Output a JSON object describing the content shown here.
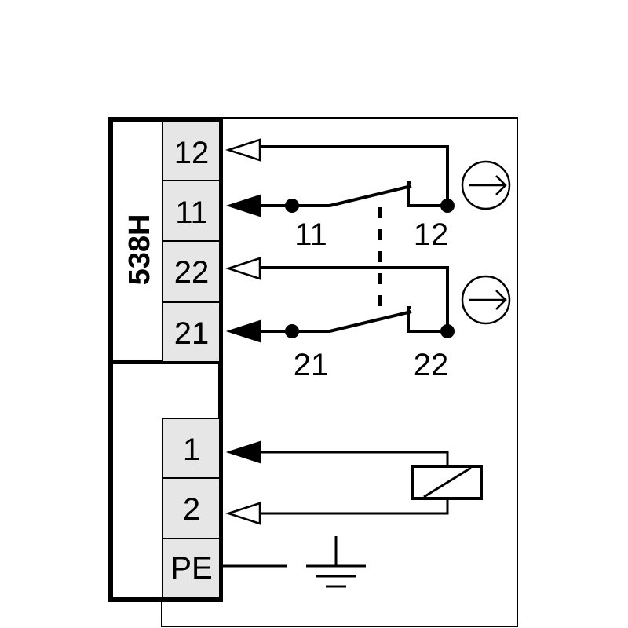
{
  "device_code": "538H",
  "terminals": [
    "12",
    "11",
    "22",
    "21",
    "1",
    "2",
    "PE"
  ],
  "contacts": {
    "nc1_left": "11",
    "nc1_right": "12",
    "nc2_left": "21",
    "nc2_right": "22"
  },
  "colors": {
    "line": "#000000",
    "terminal_fill": "#e6e6e6",
    "background": "#ffffff"
  },
  "icons": [
    "positive-opening-icon",
    "relay-coil-icon",
    "ground-icon",
    "terminal-input-arrow-icon",
    "terminal-output-arrow-icon"
  ]
}
